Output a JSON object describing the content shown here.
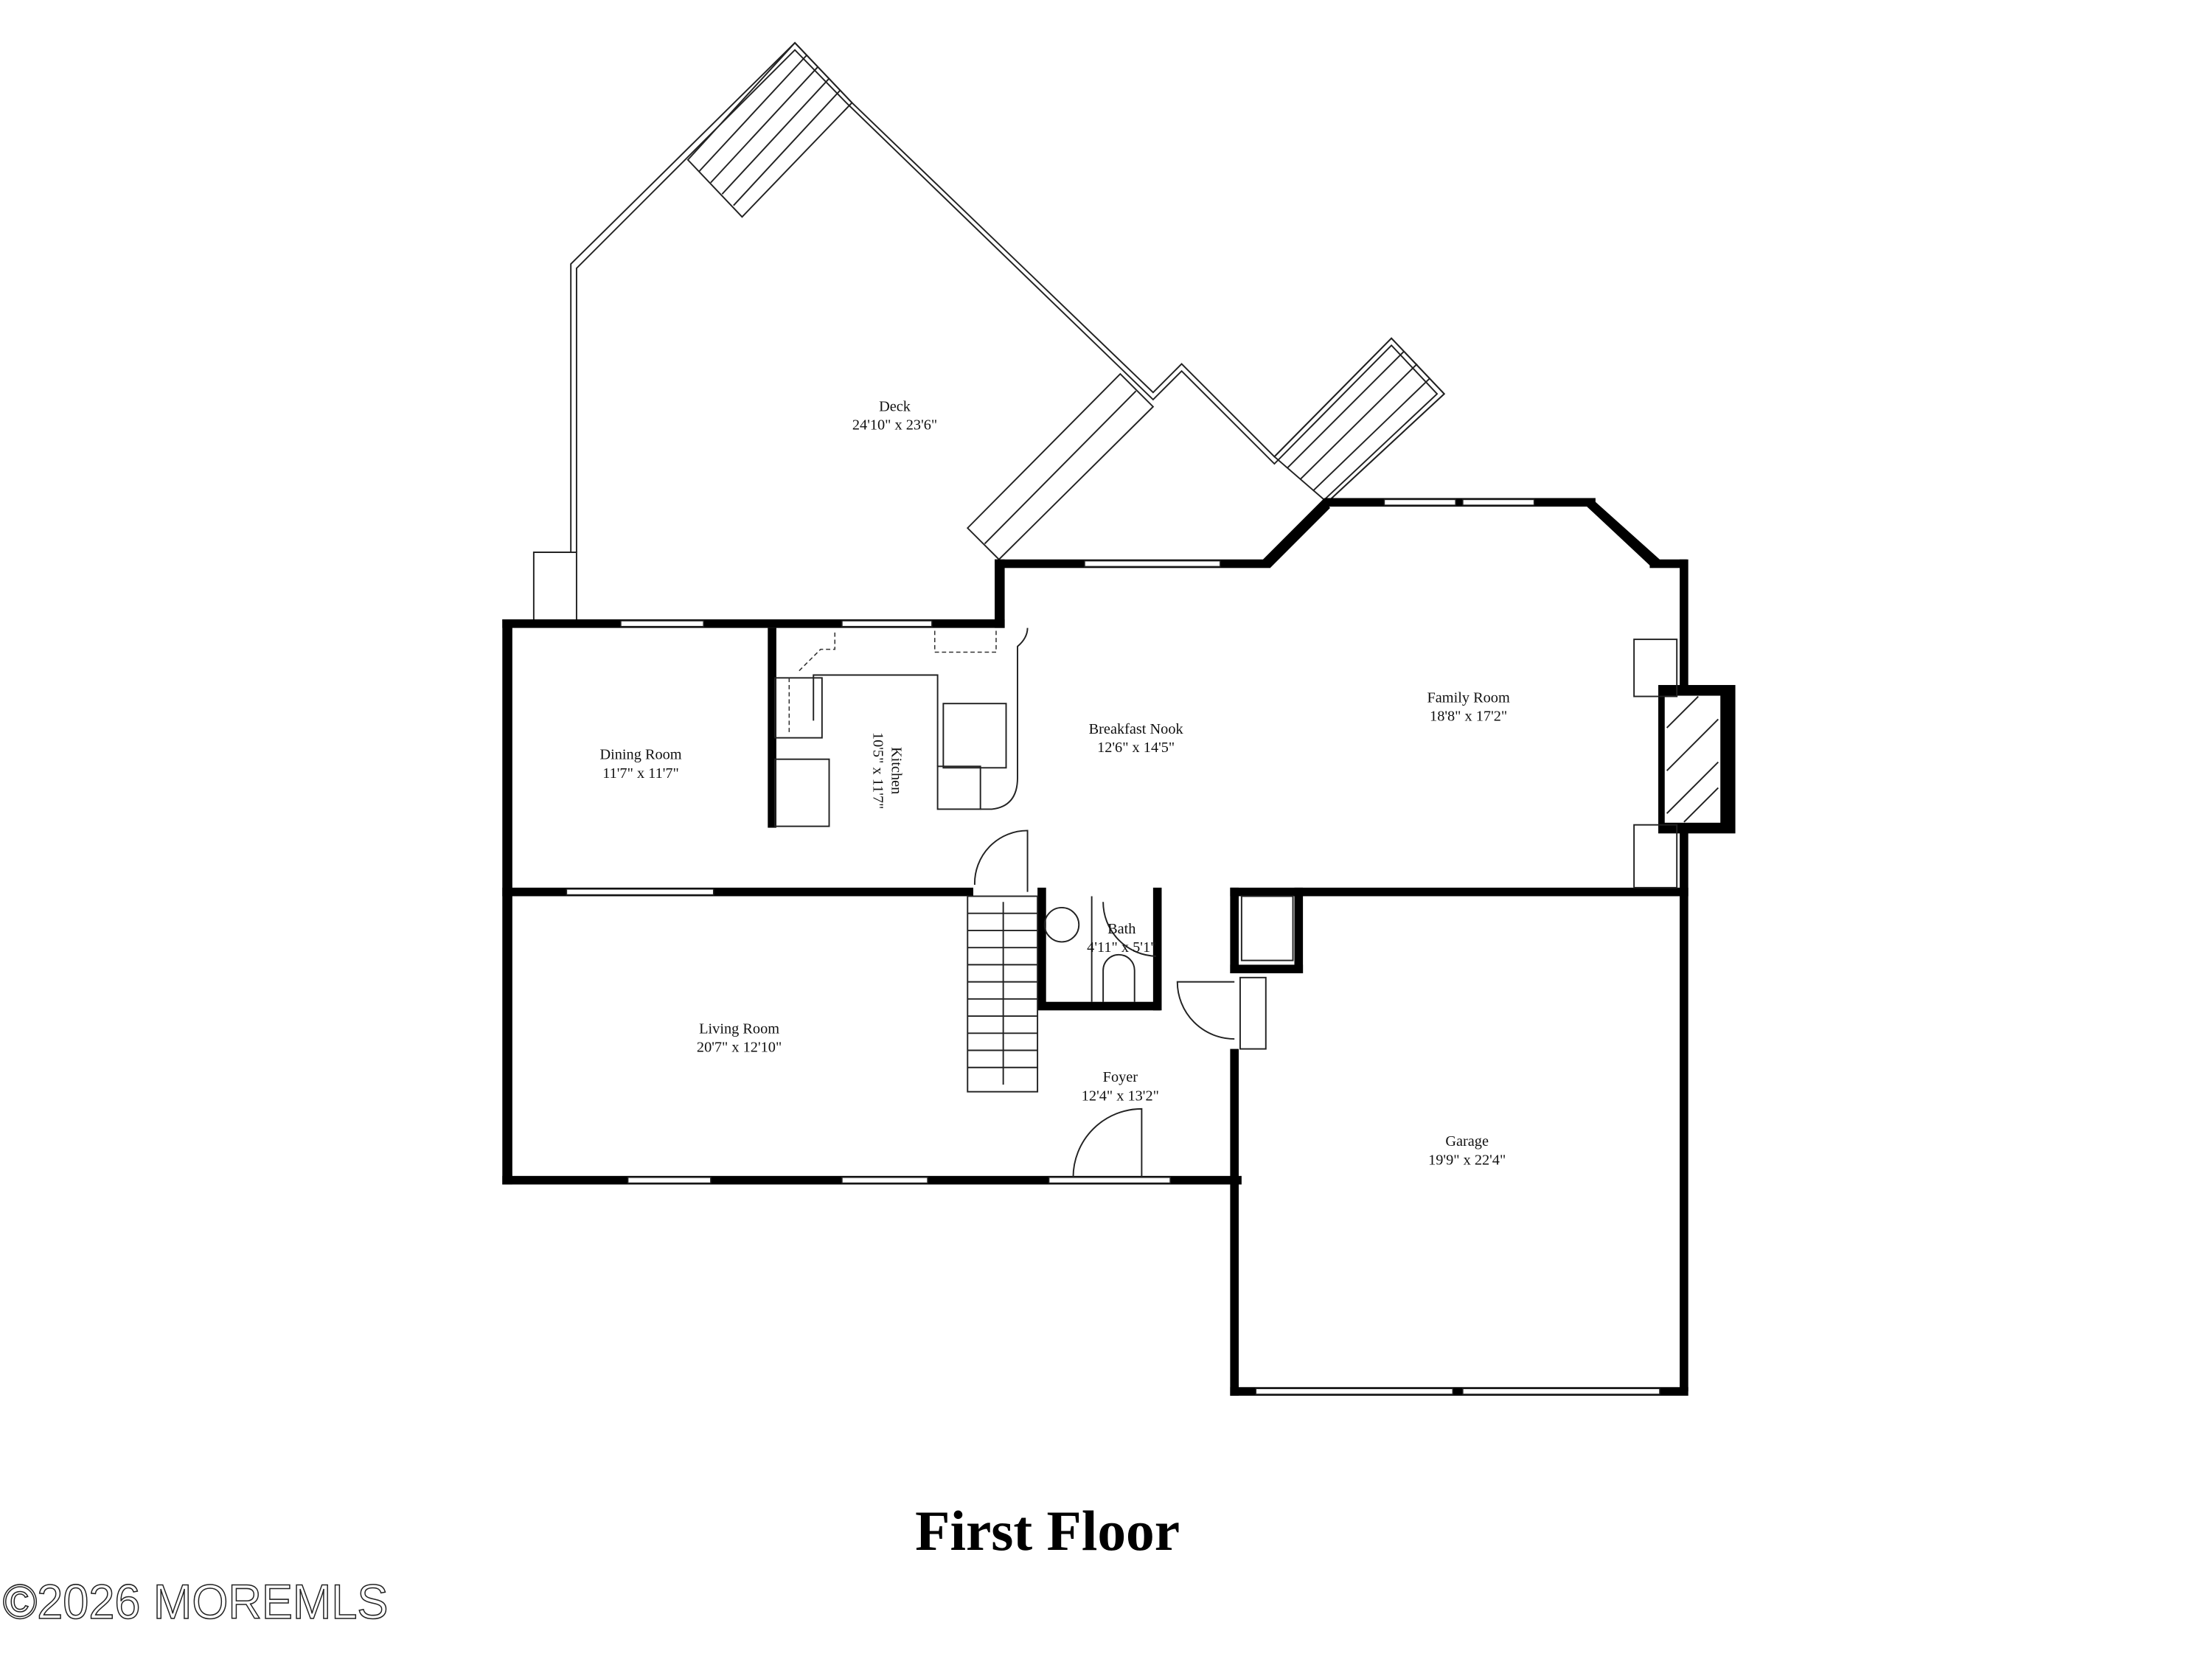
{
  "plan": {
    "title": "First Floor",
    "watermark": "©2026 MOREMLS",
    "rooms": [
      {
        "name": "Deck",
        "size": "24'10\" x 23'6\""
      },
      {
        "name": "Dining Room",
        "size": "11'7\" x 11'7\""
      },
      {
        "name": "Kitchen",
        "size": "10'5\" x 11'7\""
      },
      {
        "name": "Breakfast Nook",
        "size": "12'6\" x 14'5\""
      },
      {
        "name": "Family Room",
        "size": "18'8\" x 17'2\""
      },
      {
        "name": "Bath",
        "size": "4'11\" x 5'1\""
      },
      {
        "name": "Living Room",
        "size": "20'7\" x 12'10\""
      },
      {
        "name": "Foyer",
        "size": "12'4\" x 13'2\""
      },
      {
        "name": "Garage",
        "size": "19'9\" x 22'4\""
      }
    ]
  }
}
